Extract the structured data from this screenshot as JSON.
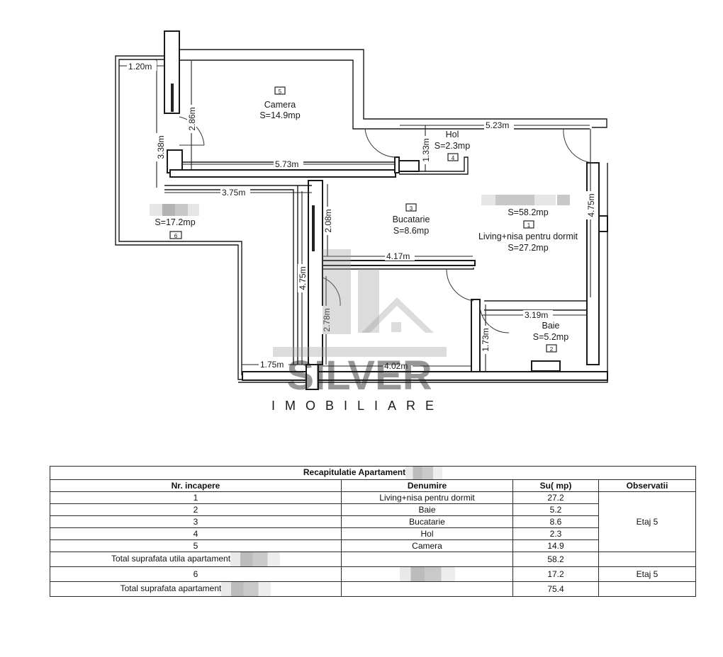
{
  "floor_plan": {
    "rooms": [
      {
        "number": "5",
        "name": "Camera",
        "area": "S=14.9mp"
      },
      {
        "number": "4",
        "name": "Hol",
        "area": "S=2.3mp"
      },
      {
        "number": "3",
        "name": "Bucatarie",
        "area": "S=8.6mp"
      },
      {
        "number": "1",
        "name": "Living+nisa pentru dormit",
        "area": "S=27.2mp"
      },
      {
        "number": "2",
        "name": "Baie",
        "area": "S=5.2mp"
      },
      {
        "number": "6",
        "name": "",
        "area": "S=17.2mp"
      }
    ],
    "apartment_total_label": "S=58.2mp",
    "dimensions": {
      "d_120": "1.20m",
      "d_338": "3.38m",
      "d_286": "2.86m",
      "d_573": "5.73m",
      "d_375": "3.75m",
      "d_523": "5.23m",
      "d_133": "1.33m",
      "d_208": "2.08m",
      "d_475_right": "4.75m",
      "d_417": "4.17m",
      "d_475_left": "4.75m",
      "d_278": "2.78m",
      "d_319": "3.19m",
      "d_173": "1.73m",
      "d_175": "1.75m",
      "d_402": "4.02m"
    },
    "watermark": {
      "brand": "SILVER",
      "subtitle": "IMOBILIARE"
    }
  },
  "summary_table": {
    "title": "Recapitulatie Apartament",
    "headers": [
      "Nr. incapere",
      "Denumire",
      "Su( mp)",
      "Observatii"
    ],
    "rows": [
      {
        "nr": "1",
        "name": "Living+nisa pentru dormit",
        "area": "27.2"
      },
      {
        "nr": "2",
        "name": "Baie",
        "area": "5.2"
      },
      {
        "nr": "3",
        "name": "Bucatarie",
        "area": "8.6"
      },
      {
        "nr": "4",
        "name": "Hol",
        "area": "2.3"
      },
      {
        "nr": "5",
        "name": "Camera",
        "area": "14.9"
      }
    ],
    "observation_group": "Etaj 5",
    "total_useful_label": "Total suprafata utila apartament",
    "total_useful_value": "58.2",
    "row6": {
      "nr": "6",
      "name": "",
      "area": "17.2",
      "obs": "Etaj 5"
    },
    "total_label": "Total suprafata apartament",
    "total_value": "75.4"
  }
}
